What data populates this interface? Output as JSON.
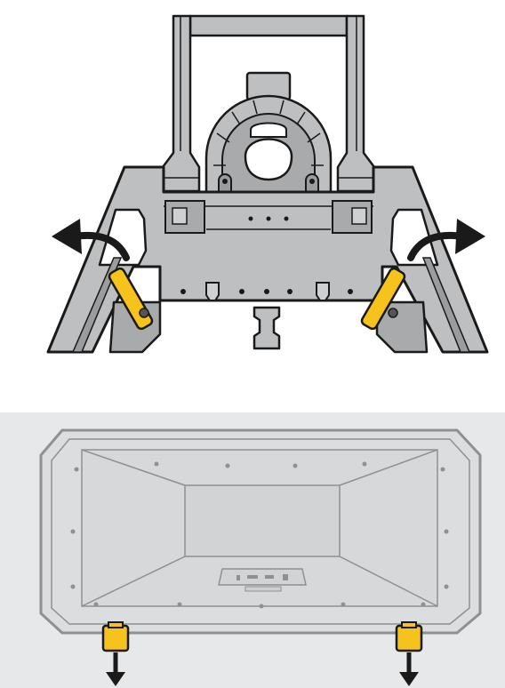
{
  "figure": {
    "steps": [
      {
        "subject": "stand",
        "action": "rotate-locking-levers-outward",
        "icons": [
          "curved-arrow-left-icon",
          "curved-arrow-right-icon"
        ],
        "count": 2
      },
      {
        "subject": "display-back-panel",
        "action": "pull-clips-down",
        "icons": [
          "arrow-down-icon",
          "arrow-down-icon"
        ],
        "count": 2
      }
    ],
    "colors": {
      "accent": "#F6C21C",
      "outline": "#1a1a1a",
      "stand_fill": "#BDBFC1",
      "stand_shade": "#9A9C9E",
      "surface": "#E7E8E9",
      "monitor_fill": "#DCDDDE",
      "monitor_edge": "#8E9092",
      "background": "#FFFFFF"
    }
  }
}
